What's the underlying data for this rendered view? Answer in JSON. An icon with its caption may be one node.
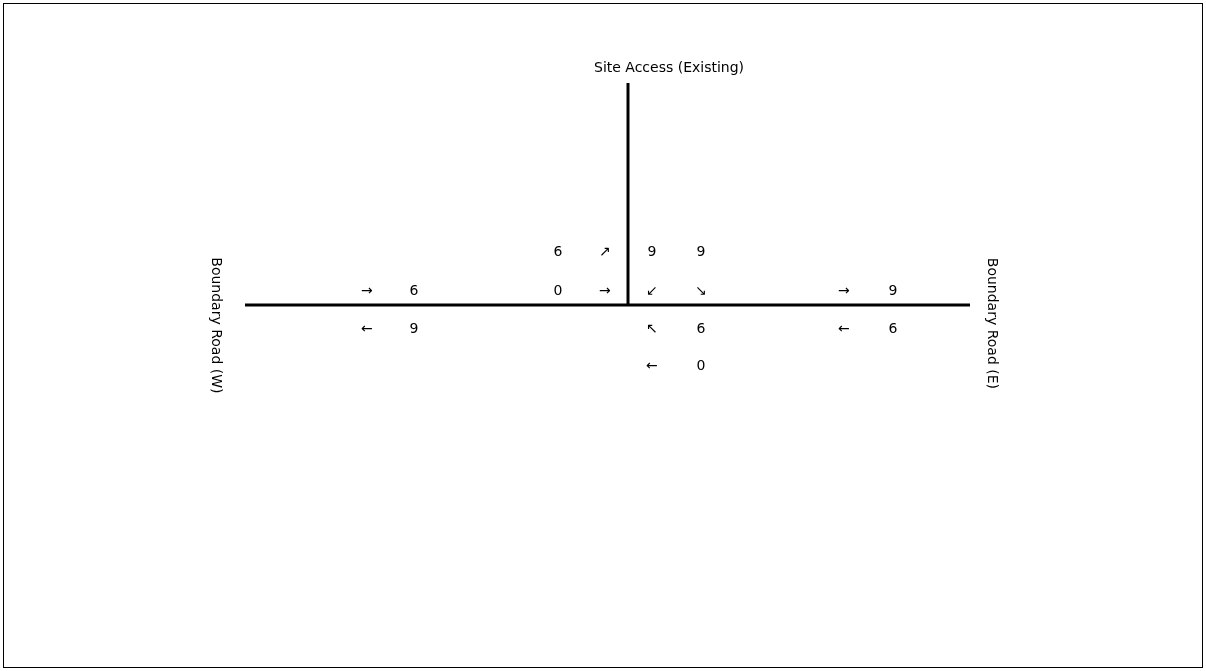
{
  "diagram": {
    "labels": [
      "Site Access (Existing)",
      "Boundary Road (W)",
      "6",
      "↗",
      "9",
      "9",
      "→",
      "6",
      "0",
      "→",
      "↙",
      "↘",
      "→",
      "9",
      "←",
      "9",
      "↖",
      "6",
      "←",
      "6",
      "←",
      "0",
      "Boundary Road (E)"
    ]
  }
}
